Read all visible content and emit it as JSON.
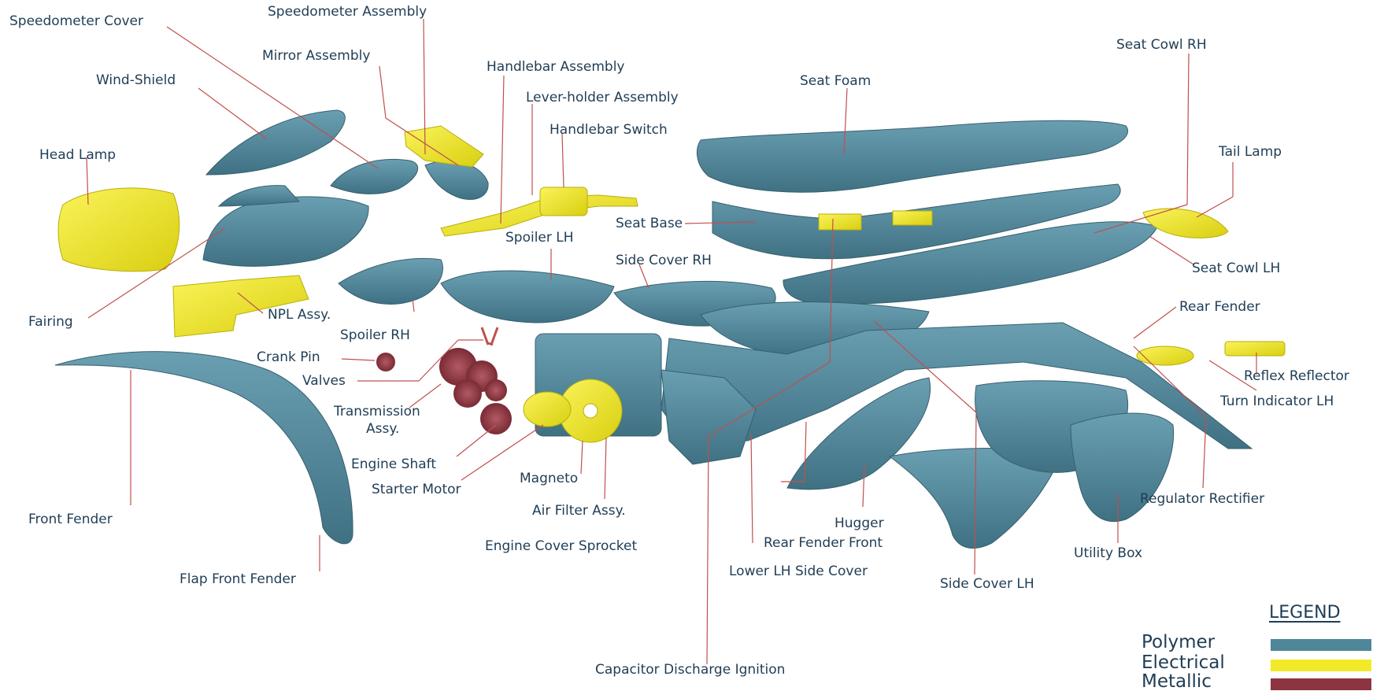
{
  "labels": {
    "speedometer_cover": "Speedometer Cover",
    "speedometer_assembly": "Speedometer Assembly",
    "mirror_assembly": "Mirror Assembly",
    "handlebar_assembly": "Handlebar Assembly",
    "wind_shield": "Wind-Shield",
    "lever_holder_assembly": "Lever-holder Assembly",
    "handlebar_switch": "Handlebar Switch",
    "seat_foam": "Seat Foam",
    "seat_cowl_rh": "Seat Cowl RH",
    "tail_lamp": "Tail Lamp",
    "head_lamp": "Head Lamp",
    "seat_base": "Seat Base",
    "spoiler_lh": "Spoiler LH",
    "side_cover_rh": "Side Cover RH",
    "seat_cowl_lh": "Seat Cowl LH",
    "fairing": "Fairing",
    "npl_assy": "NPL Assy.",
    "spoiler_rh": "Spoiler RH",
    "rear_fender": "Rear Fender",
    "crank_pin": "Crank Pin",
    "valves": "Valves",
    "reflex_reflector": "Reflex Reflector",
    "turn_indicator_lh": "Turn Indicator LH",
    "transmission_assy": "Transmission",
    "transmission_assy_2": "Assy.",
    "engine_shaft": "Engine Shaft",
    "magneto": "Magneto",
    "starter_motor": "Starter Motor",
    "regulator_rectifier": "Regulator Rectifier",
    "front_fender": "Front Fender",
    "air_filter_assy": "Air Filter Assy.",
    "hugger": "Hugger",
    "rear_fender_front": "Rear Fender Front",
    "engine_cover_sprocket": "Engine Cover Sprocket",
    "utility_box": "Utility Box",
    "lower_lh_side_cover": "Lower LH Side Cover",
    "flap_front_fender": "Flap Front Fender",
    "side_cover_lh": "Side Cover LH",
    "capacitor_discharge_ignition": "Capacitor Discharge Ignition"
  },
  "legend": {
    "title": "LEGEND",
    "items": [
      {
        "label": "Polymer",
        "color": "#4f8699"
      },
      {
        "label": "Electrical",
        "color": "#f2ea28"
      },
      {
        "label": "Metallic",
        "color": "#8c3540"
      }
    ]
  },
  "colors": {
    "polymer": "#4f8699",
    "electrical": "#f2ea28",
    "metallic": "#8c3540",
    "leader_line": "#c0504d",
    "text": "#1f3d55"
  }
}
